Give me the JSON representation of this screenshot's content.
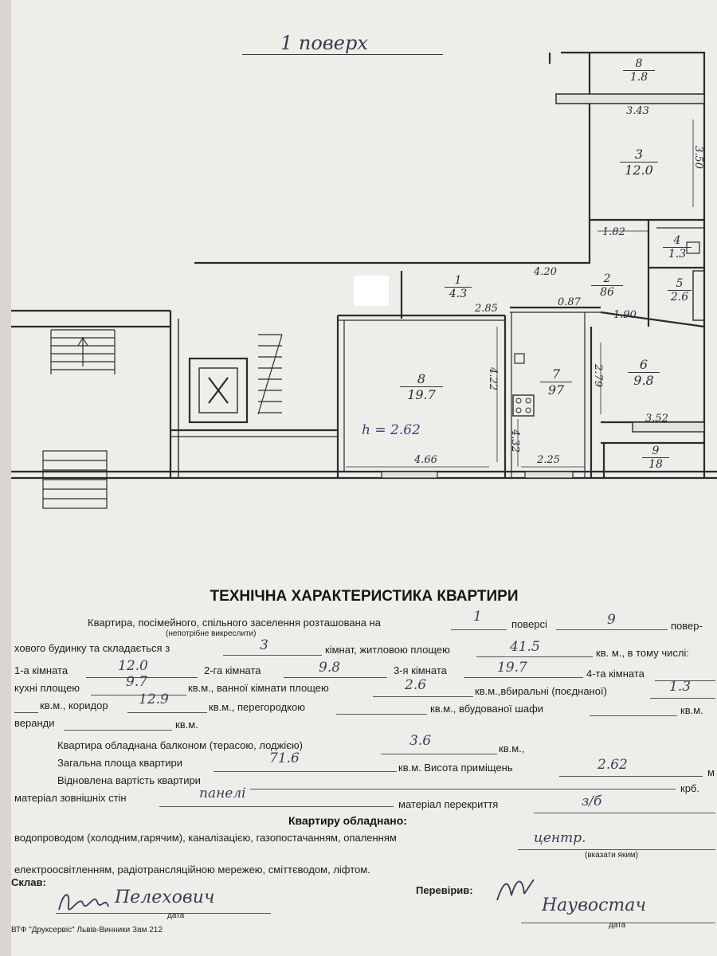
{
  "floor_title": "1 поверх",
  "plan": {
    "rooms": [
      {
        "num": "8",
        "area": "1.8"
      },
      {
        "num": "3",
        "area": "12.0"
      },
      {
        "num": "4",
        "area": "1.3"
      },
      {
        "num": "2",
        "area": "86"
      },
      {
        "num": "5",
        "area": "2.6"
      },
      {
        "num": "1",
        "area": "4.3"
      },
      {
        "num": "8",
        "area": "19.7"
      },
      {
        "num": "7",
        "area": "97"
      },
      {
        "num": "6",
        "area": "9.8"
      },
      {
        "num": "9",
        "area": "18"
      }
    ],
    "dims": {
      "d1": "3.43",
      "d2": "3.50",
      "d3": "1.82",
      "d4": "4.20",
      "d5": "2.85",
      "d6": "0.87",
      "d7": "1.90",
      "d8": "4.22",
      "d9": "2.79",
      "d10": "3.52",
      "d11": "4.32",
      "d12": "2.25",
      "d13": "4.66"
    },
    "height": "h = 2.62"
  },
  "form": {
    "title": "ТЕХНІЧНА ХАРАКТЕРИСТИКА КВАРТИРИ",
    "line1_a": "Квартира, посімейного, спільного заселення розташована на",
    "floor_value": "1",
    "line1_b": "поверсі",
    "floors_value": "9",
    "line1_c": "повер-",
    "note1": "(непотрібне викреслити)",
    "line2_a": "хового будинку та складається з",
    "rooms_value": "3",
    "line2_b": "кімнат, житловою площею",
    "living_area": "41.5",
    "line2_c": "кв. м., в тому числі:",
    "room1_label": "1-а кімната",
    "room1_value": "12.0",
    "room2_label": "2-га кімната",
    "room2_value": "9.8",
    "room3_label": "3-я кімната",
    "room3_value": "19.7",
    "room4_label": "4-та кімната",
    "line4_a": "кухні площею",
    "kitchen_value": "9.7",
    "line4_b": "кв.м., ванної кімнати площею",
    "bath_value": "2.6",
    "line4_c": "кв.м.,вбиральні (поєднаної)",
    "wc_value": "1.3",
    "line5_a": "кв.м., коридор",
    "corridor_value": "12.9",
    "line5_b": "кв.м., перегородкою",
    "line5_c": "кв.м., вбудованої шафи",
    "line5_d": "кв.м.",
    "line6_a": "веранди",
    "line6_b": "кв.м.",
    "line7_a": "Квартира обладнана балконом (терасою, лоджією)",
    "balcony_value": "3.6",
    "line7_b": "кв.м.,",
    "line8_a": "Загальна площа квартири",
    "total_value": "71.6",
    "line8_b": "кв.м. Висота приміщень",
    "height_value": "2.62",
    "line8_c": "м",
    "line9_a": "Відновлена вартість квартири",
    "line9_b": "крб.",
    "line10_a": "матеріал зовнішніх стін",
    "walls_value": "панелі",
    "line10_b": "матеріал перекриття",
    "ceiling_value": "з/б",
    "equipped_title": "Квартиру обладнано:",
    "line12_a": "водопроводом (холодним,гарячим), каналізацією, газопостачанням, опаленням",
    "heating_value": "центр.",
    "note2": "(вказати яким)",
    "line13": "електроосвітленням, радіотрансляційною мережею, сміттєводом, ліфтом.",
    "composed_label": "Склав:",
    "composed_name": "Пелехович",
    "checked_label": "Перевірив:",
    "checked_name": "Наувостач",
    "date_label": "дата",
    "footer": "ВТФ \"Друксервіс\" Львів-Винники Зам 212"
  }
}
